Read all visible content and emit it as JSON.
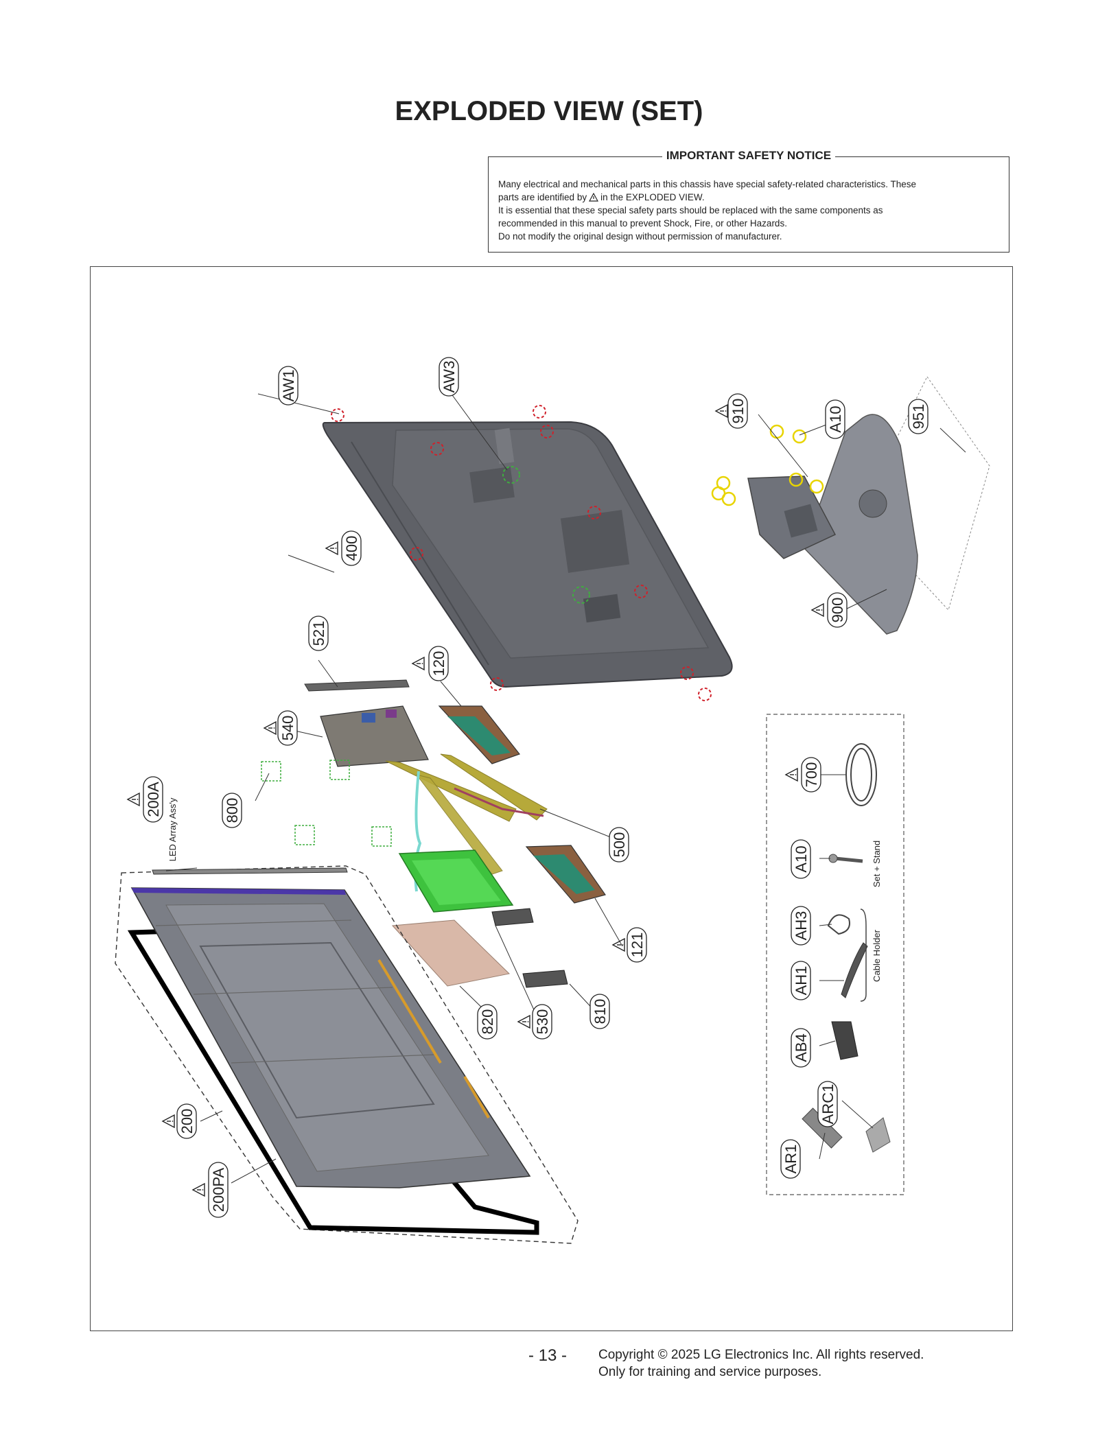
{
  "page_title": "EXPLODED VIEW (SET)",
  "notice": {
    "title": "IMPORTANT SAFETY NOTICE",
    "line1": "Many electrical and mechanical parts in this chassis have special safety-related characteristics. These",
    "line2a": "parts are identified by",
    "line2b": "in the EXPLODED VIEW.",
    "line3": "It is essential that these special safety parts should be replaced with the same components as",
    "line4": "recommended in this manual to prevent Shock, Fire, or other Hazards.",
    "line5": "Do not modify the original design without permission of manufacturer."
  },
  "labels": {
    "aw1": "AW1",
    "aw3": "AW3",
    "p910": "910",
    "a10_top": "A10",
    "p951": "951",
    "p400": "400",
    "p900": "900",
    "p521": "521",
    "p120": "120",
    "p540": "540",
    "p800": "800",
    "p200a": "200A",
    "p500": "500",
    "p121": "121",
    "p820": "820",
    "p530": "530",
    "p810": "810",
    "p200": "200",
    "p200pa": "200PA",
    "p700": "700",
    "a10_acc": "A10",
    "ah3": "AH3",
    "ah1": "AH1",
    "ab4": "AB4",
    "arc1": "ARC1",
    "ar1": "AR1"
  },
  "side_text": {
    "led_array": "LED Array Ass'y",
    "set_stand": "Set + Stand",
    "cable_holder": "Cable Holder"
  },
  "footer": {
    "page_number": "- 13 -",
    "copyright_line1": "Copyright © 2025 LG Electronics Inc. All rights reserved.",
    "copyright_line2": "Only for training and service purposes."
  },
  "colors": {
    "housing": "#5f6167",
    "board_green": "#3ec23e",
    "ffc_cable": "#b6a93a",
    "insulator": "#d9b8a8",
    "screw_red": "#d0202a",
    "screw_yellow": "#e8d400",
    "clip_green": "#3fae3f"
  }
}
